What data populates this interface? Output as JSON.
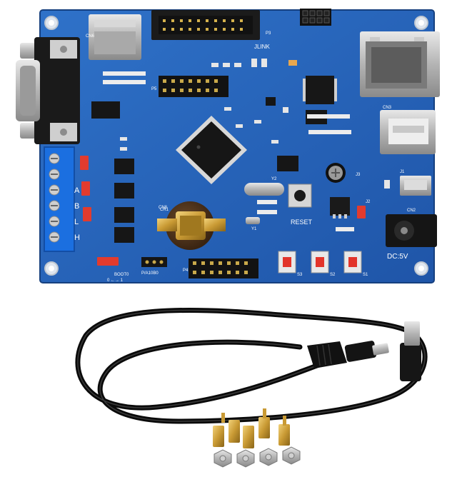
{
  "board": {
    "labels": {
      "jlink": "JLINK",
      "reset": "RESET",
      "dc": "DC:5V",
      "boot0": "BOOT0",
      "boot_pins": "0 ←→ 1",
      "pa10": "P/A10B0",
      "terminal_a": "A",
      "terminal_b": "B",
      "terminal_l": "L",
      "terminal_h": "H",
      "cn6": "CN6",
      "cn8": "CN8",
      "cn2": "CN2",
      "cn3": "CN3",
      "j1": "J1",
      "j2": "J2",
      "j3": "J3",
      "y1": "Y1",
      "y2": "Y2",
      "cr1": "CR1",
      "s1": "S1",
      "s2": "S2",
      "s3": "S3",
      "p4": "P4",
      "p5": "P5",
      "p3": "P3"
    }
  }
}
